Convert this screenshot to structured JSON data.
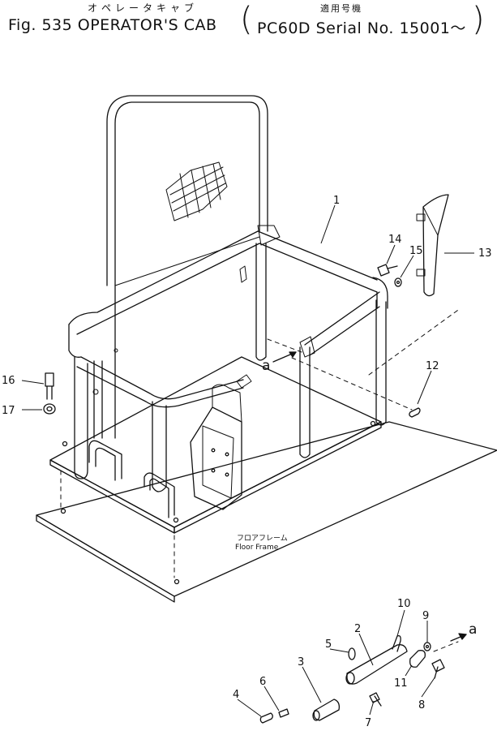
{
  "header": {
    "jp_title": "オペレータキャブ",
    "jp_usage": "適用号機",
    "title": "Fig. 535 OPERATOR'S CAB",
    "serial_open": "(",
    "serial": "PC60D Serial No. 15001～",
    "serial_close": ")"
  },
  "labels": {
    "frame_jp": "フロアフレーム",
    "frame_en": "Floor Frame",
    "arrow_a_upper": "a",
    "arrow_a_lower": "a"
  },
  "callouts": {
    "c1": "1",
    "c2": "2",
    "c3": "3",
    "c4": "4",
    "c5": "5",
    "c6": "6",
    "c7": "7",
    "c8": "8",
    "c9": "9",
    "c10": "10",
    "c11": "11",
    "c12": "12",
    "c13": "13",
    "c14": "14",
    "c15": "15",
    "c16": "16",
    "c17": "17"
  }
}
